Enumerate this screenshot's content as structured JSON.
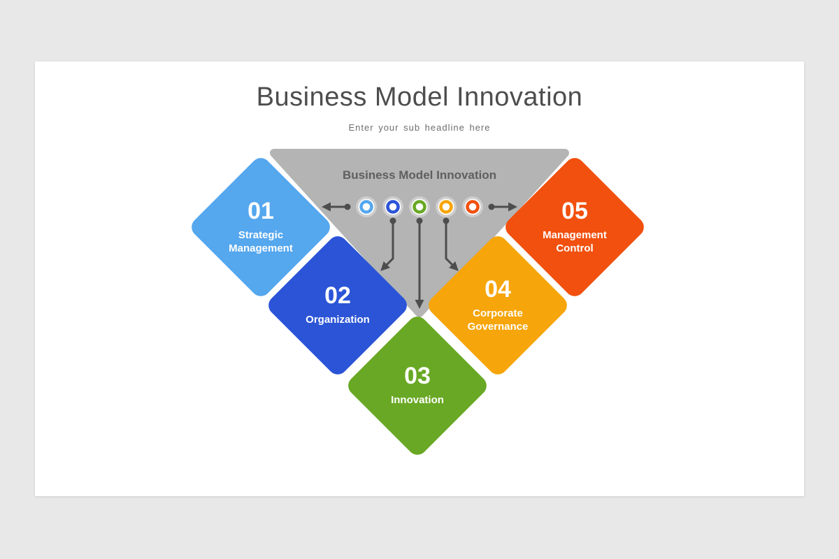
{
  "header": {
    "title": "Business Model Innovation",
    "subtitle": "Enter your sub headline here"
  },
  "diagram": {
    "title": "Business Model Innovation",
    "triangle_color": "#b4b4b4",
    "node_halo_color": "#cdcdcd",
    "arrow_color": "#4d4d4d",
    "items": [
      {
        "number": "01",
        "label": "Strategic Management",
        "color": "#55a7ee"
      },
      {
        "number": "02",
        "label": "Organization",
        "color": "#2b54d7"
      },
      {
        "number": "03",
        "label": "Innovation",
        "color": "#69a824"
      },
      {
        "number": "04",
        "label": "Corporate Governance",
        "color": "#f6a50a"
      },
      {
        "number": "05",
        "label": "Management Control",
        "color": "#f1500e"
      }
    ]
  }
}
